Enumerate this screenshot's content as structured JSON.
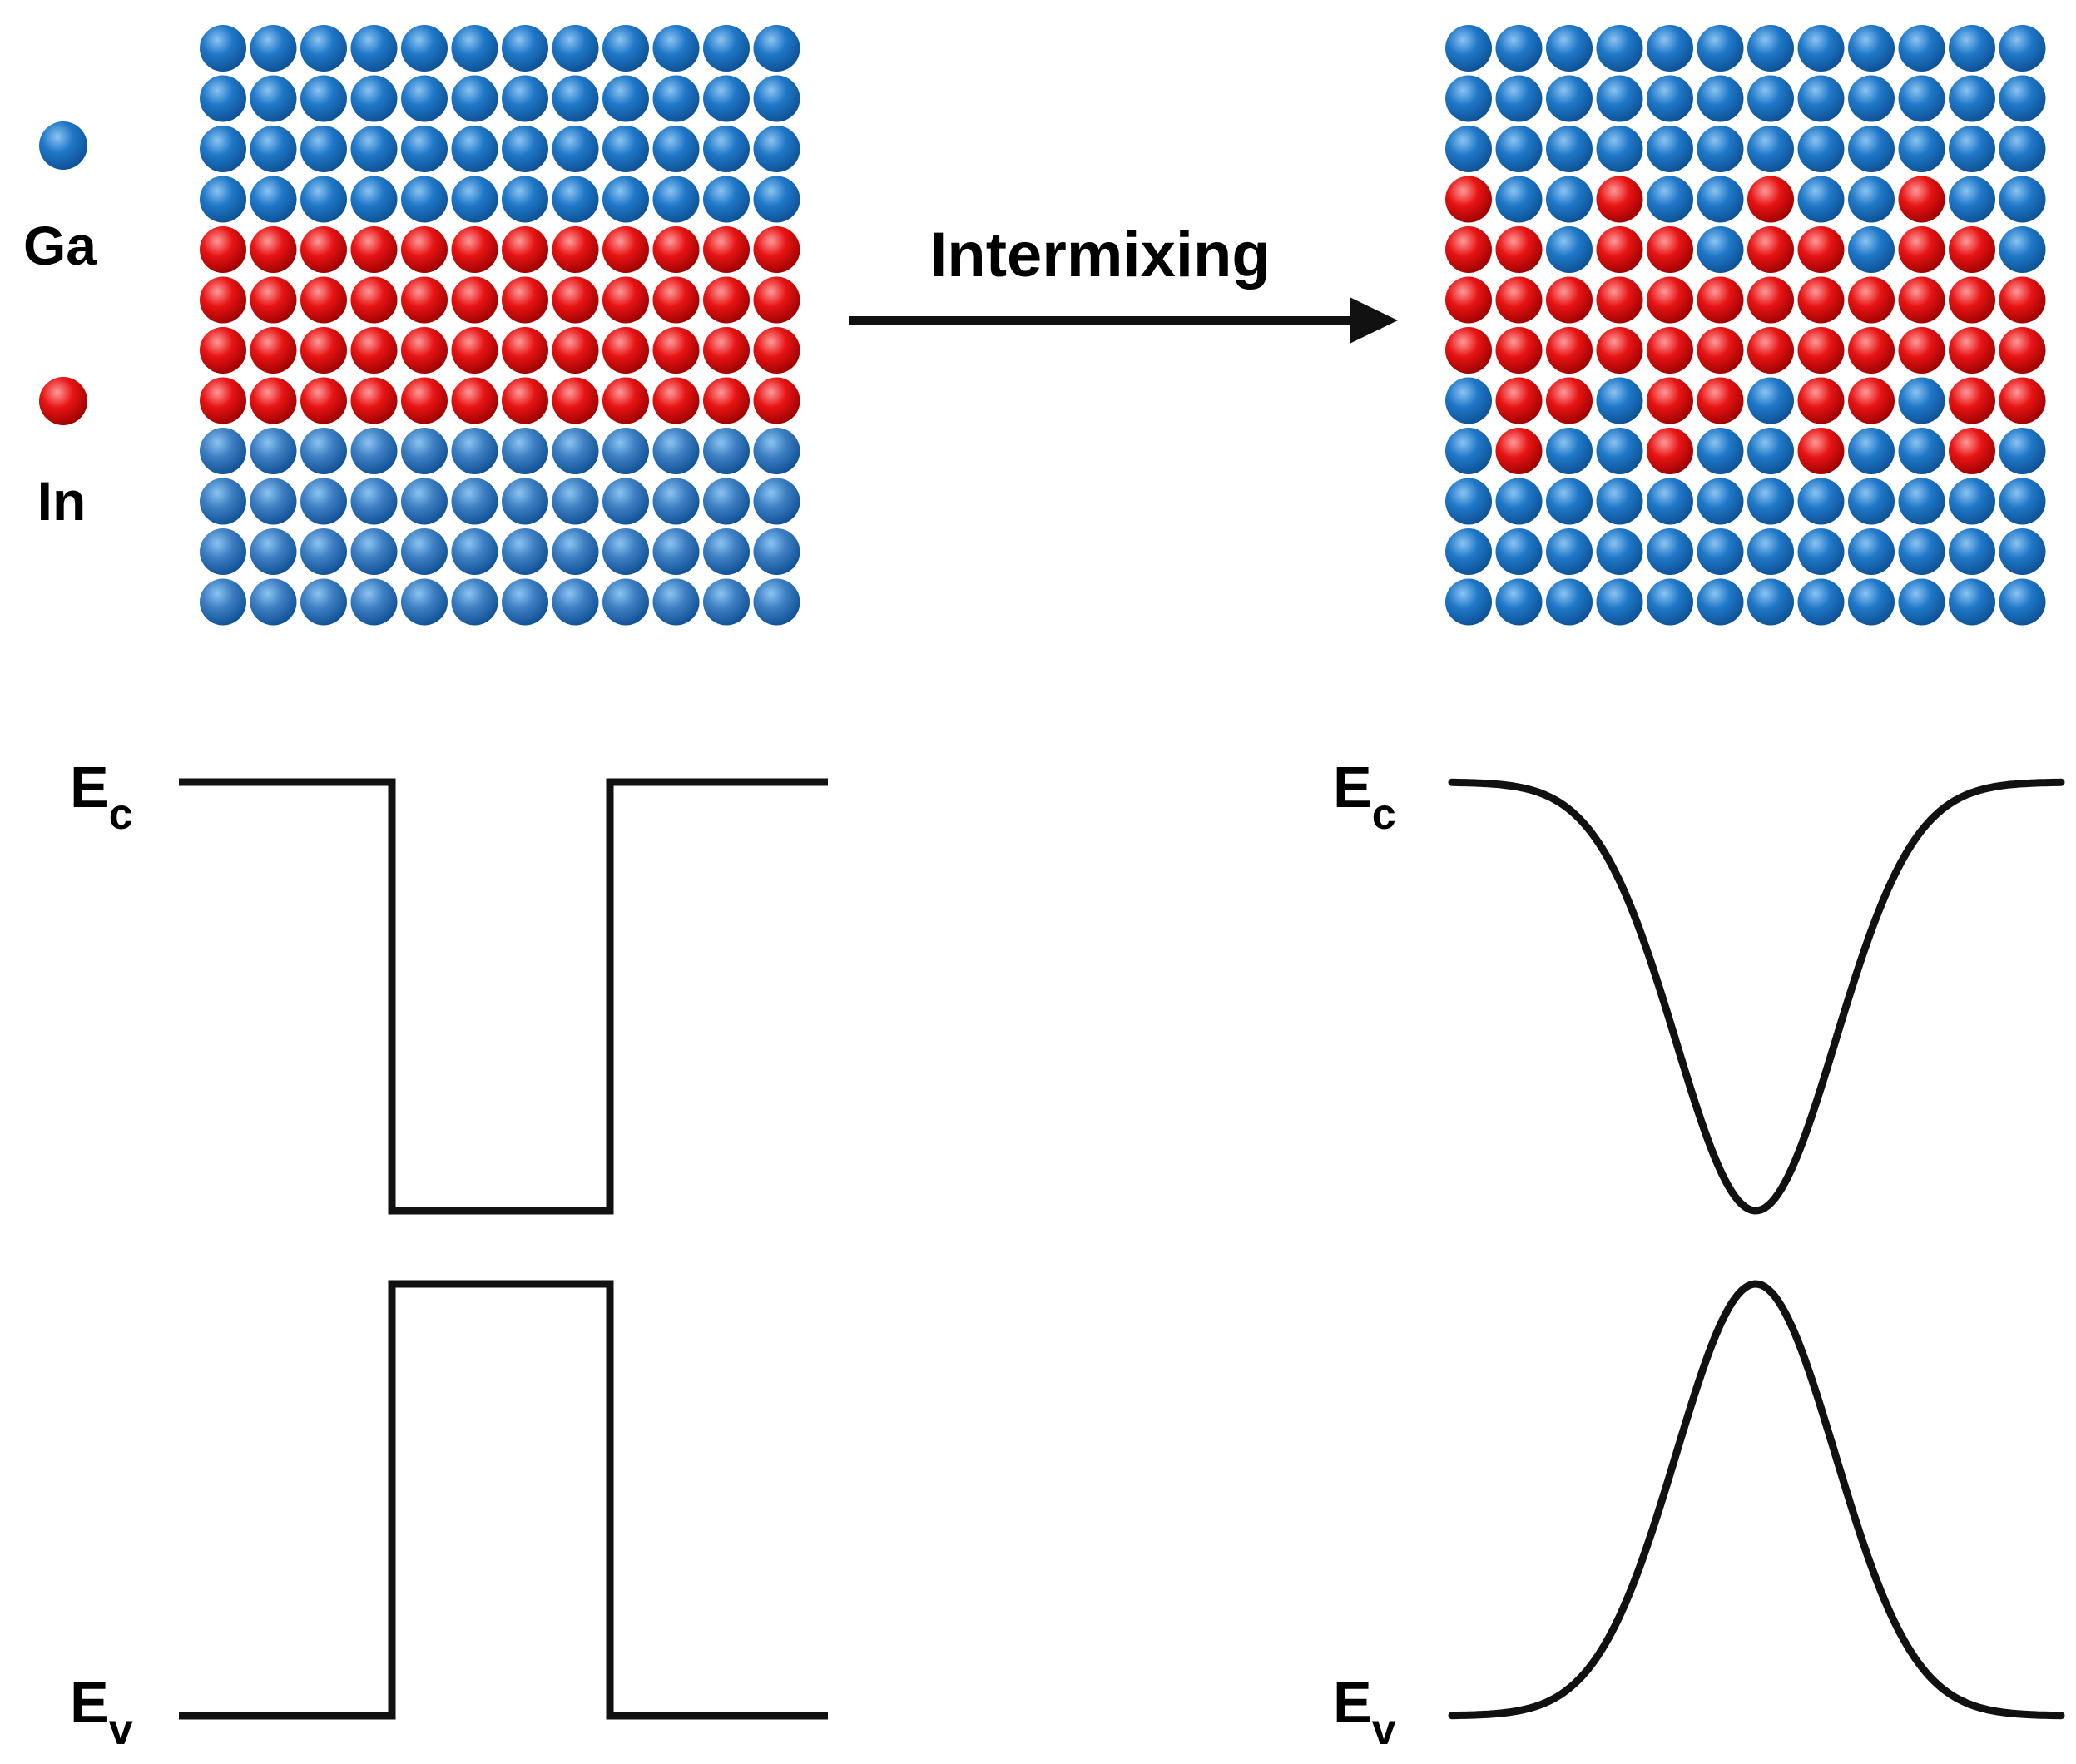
{
  "legend": {
    "ga_label": "Ga",
    "in_label": "In"
  },
  "arrow": {
    "label": "Intermixing"
  },
  "colors": {
    "ga": "#1f78c8",
    "ga_dark": "#0d4f92",
    "ga_light": "#8cc4f2",
    "ga_before_lower": "#3d7fc2",
    "in": "#e81414",
    "in_dark": "#9a0000",
    "in_light": "#ff9a9a",
    "line": "#111111"
  },
  "lattice_before": [
    "GGGGGGGGGGGG",
    "GGGGGGGGGGGG",
    "GGGGGGGGGGGG",
    "GGGGGGGGGGGG",
    "IIIIIIIIIIII",
    "IIIIIIIIIIII",
    "IIIIIIIIIIII",
    "IIIIIIIIIIII",
    "HHHHHHHHHHHH",
    "HHHHHHHHHHHH",
    "HHHHHHHHHHHH",
    "HHHHHHHHHHHH"
  ],
  "lattice_after": [
    "GGGGGGGGGGGG",
    "GGGGGGGGGGGG",
    "GGGGGGGGGGGG",
    "IGGIGGIGGIGG",
    "IIGIIGIIGIIG",
    "IIIIIIIIIIII",
    "IIIIIIIIIIII",
    "GIIGIIGIIGII",
    "GIGGIGGIGGIG",
    "GGGGGGGGGGGG",
    "GGGGGGGGGGGG",
    "GGGGGGGGGGGG"
  ],
  "band_left": {
    "ec_main": "E",
    "ec_sub": "c",
    "ev_main": "E",
    "ev_sub": "v"
  },
  "band_right": {
    "ec_main": "E",
    "ec_sub": "c",
    "ev_main": "E",
    "ev_sub": "v"
  }
}
